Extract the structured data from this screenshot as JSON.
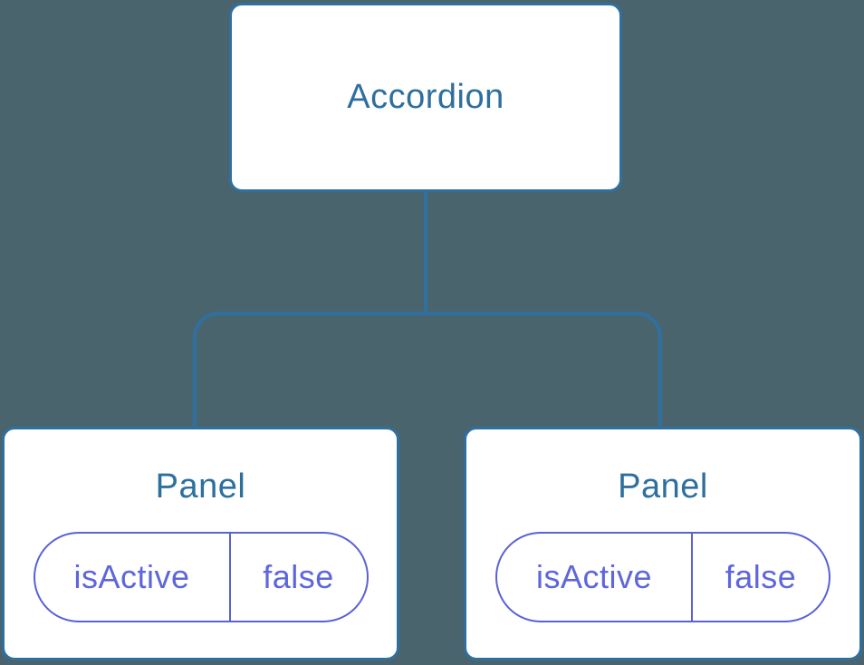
{
  "diagram": {
    "description": "React component tree diagram",
    "root": {
      "label": "Accordion"
    },
    "children": [
      {
        "label": "Panel",
        "state": {
          "name": "isActive",
          "value": "false"
        }
      },
      {
        "label": "Panel",
        "state": {
          "name": "isActive",
          "value": "false"
        }
      }
    ]
  },
  "colors": {
    "background": "#4a646e",
    "node_fill": "#ffffff",
    "node_border": "#2f70a0",
    "node_label_text": "#2e6f9e",
    "state_pill_border": "#5a61d6",
    "state_pill_text": "#5e66dd"
  }
}
